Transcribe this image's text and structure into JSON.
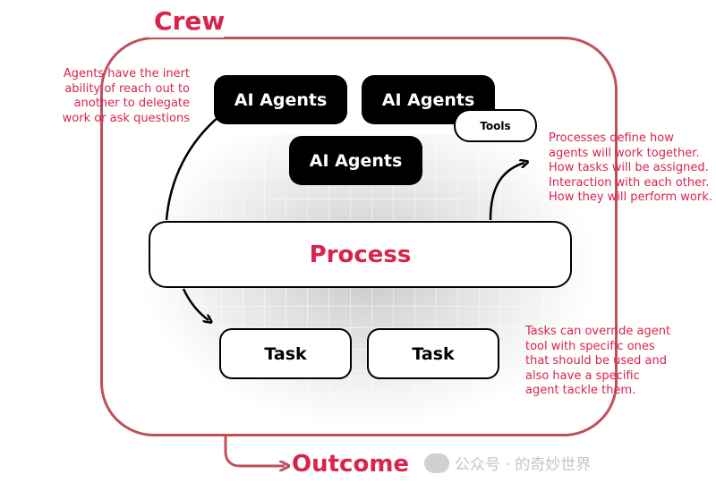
{
  "crew": {
    "label": "Crew"
  },
  "agents": [
    {
      "label": "AI Agents"
    },
    {
      "label": "AI Agents"
    },
    {
      "label": "AI Agents"
    }
  ],
  "tools": {
    "label": "Tools"
  },
  "process": {
    "label": "Process"
  },
  "tasks": [
    {
      "label": "Task"
    },
    {
      "label": "Task"
    }
  ],
  "outcome": {
    "label": "Outcome"
  },
  "notes": {
    "agents": [
      "Agents have the inert",
      "ability of reach out to",
      "another to delegate",
      "work or ask questions"
    ],
    "process": [
      "Processes define how",
      "agents will work together.",
      "How tasks will be assigned.",
      "Interaction with each other.",
      "How they will perform work."
    ],
    "tasks": [
      "Tasks can override agent",
      "tool with specific ones",
      "that should be used and",
      "also have a specific",
      "agent tackle them."
    ]
  },
  "colors": {
    "accent": "#d9234b",
    "frame": "#c0505a",
    "box": "#000000"
  },
  "watermark": {
    "text": "公众号 · 的奇妙世界",
    "icon": "wechat-icon"
  }
}
